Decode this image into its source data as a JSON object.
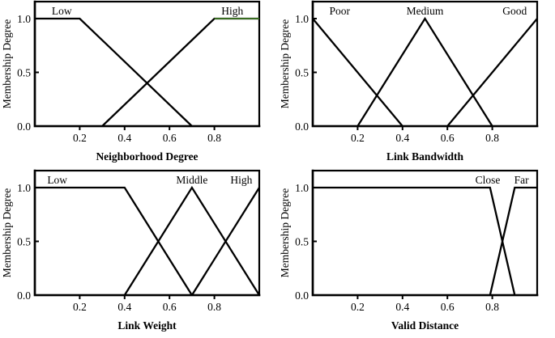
{
  "figure": {
    "background": "#ffffff",
    "foreground": "#000000",
    "accent_color": "#4a8f2c",
    "panel_count": 4
  },
  "chart_data": [
    {
      "type": "line",
      "title": "",
      "xlabel": "Neighborhood Degree",
      "ylabel": "Membership Degree",
      "xlim": [
        0.0,
        1.0
      ],
      "ylim": [
        0.0,
        1.15
      ],
      "xticks": [
        0.2,
        0.4,
        0.6,
        0.8
      ],
      "xticklabels": [
        "0.2",
        "0.4",
        "0.6",
        "0.8"
      ],
      "yticks": [
        0.0,
        0.5,
        1.0
      ],
      "yticklabels": [
        "0.0",
        "0.5",
        "1.0"
      ],
      "grid": false,
      "legend": "inline-annotations",
      "series": [
        {
          "name": "Low",
          "label": "Low",
          "label_x": 0.12,
          "color": "#000000",
          "x": [
            0.0,
            0.2,
            0.7
          ],
          "y": [
            1.0,
            1.0,
            0.0
          ]
        },
        {
          "name": "High",
          "label": "High",
          "label_x": 0.88,
          "color": "#000000",
          "accent_color": "#4a8f2c",
          "x": [
            0.3,
            0.8,
            1.0
          ],
          "y": [
            0.0,
            1.0,
            1.0
          ]
        }
      ]
    },
    {
      "type": "line",
      "title": "",
      "xlabel": "Link Bandwidth",
      "ylabel": "Membership Degree",
      "xlim": [
        0.0,
        1.0
      ],
      "ylim": [
        0.0,
        1.15
      ],
      "xticks": [
        0.2,
        0.4,
        0.6,
        0.8
      ],
      "xticklabels": [
        "0.2",
        "0.4",
        "0.6",
        "0.8"
      ],
      "yticks": [
        0.0,
        0.5,
        1.0
      ],
      "yticklabels": [
        "0.0",
        "0.5",
        "1.0"
      ],
      "grid": false,
      "legend": "inline-annotations",
      "series": [
        {
          "name": "Poor",
          "label": "Poor",
          "label_x": 0.12,
          "color": "#000000",
          "x": [
            0.0,
            0.4
          ],
          "y": [
            1.0,
            0.0
          ]
        },
        {
          "name": "Medium",
          "label": "Medium",
          "label_x": 0.5,
          "color": "#000000",
          "x": [
            0.2,
            0.5,
            0.8
          ],
          "y": [
            0.0,
            1.0,
            0.0
          ]
        },
        {
          "name": "Good",
          "label": "Good",
          "label_x": 0.9,
          "color": "#000000",
          "x": [
            0.6,
            1.0
          ],
          "y": [
            0.0,
            1.0
          ]
        }
      ]
    },
    {
      "type": "line",
      "title": "",
      "xlabel": "Link Weight",
      "ylabel": "Membership Degree",
      "xlim": [
        0.0,
        1.0
      ],
      "ylim": [
        0.0,
        1.15
      ],
      "xticks": [
        0.2,
        0.4,
        0.6,
        0.8
      ],
      "xticklabels": [
        "0.2",
        "0.4",
        "0.6",
        "0.8"
      ],
      "yticks": [
        0.0,
        0.5,
        1.0
      ],
      "yticklabels": [
        "0.0",
        "0.5",
        "1.0"
      ],
      "grid": false,
      "legend": "inline-annotations",
      "series": [
        {
          "name": "Low",
          "label": "Low",
          "label_x": 0.1,
          "color": "#000000",
          "x": [
            0.0,
            0.4,
            0.7
          ],
          "y": [
            1.0,
            1.0,
            0.0
          ]
        },
        {
          "name": "Middle",
          "label": "Middle",
          "label_x": 0.7,
          "color": "#000000",
          "x": [
            0.4,
            0.7,
            1.0
          ],
          "y": [
            0.0,
            1.0,
            0.0
          ]
        },
        {
          "name": "High",
          "label": "High",
          "label_x": 0.92,
          "color": "#000000",
          "x": [
            0.7,
            1.0
          ],
          "y": [
            0.0,
            1.0
          ]
        }
      ]
    },
    {
      "type": "line",
      "title": "",
      "xlabel": "Valid Distance",
      "ylabel": "Membership Degree",
      "xlim": [
        0.0,
        1.0
      ],
      "ylim": [
        0.0,
        1.15
      ],
      "xticks": [
        0.2,
        0.4,
        0.6,
        0.8
      ],
      "xticklabels": [
        "0.2",
        "0.4",
        "0.6",
        "0.8"
      ],
      "yticks": [
        0.0,
        0.5,
        1.0
      ],
      "yticklabels": [
        "0.0",
        "0.5",
        "1.0"
      ],
      "grid": false,
      "legend": "inline-annotations",
      "series": [
        {
          "name": "Close",
          "label": "Close",
          "label_x": 0.78,
          "color": "#000000",
          "x": [
            0.0,
            0.79,
            0.9
          ],
          "y": [
            1.0,
            1.0,
            0.0
          ]
        },
        {
          "name": "Far",
          "label": "Far",
          "label_x": 0.93,
          "color": "#000000",
          "x": [
            0.79,
            0.9,
            1.0
          ],
          "y": [
            0.0,
            1.0,
            1.0
          ]
        }
      ]
    }
  ]
}
